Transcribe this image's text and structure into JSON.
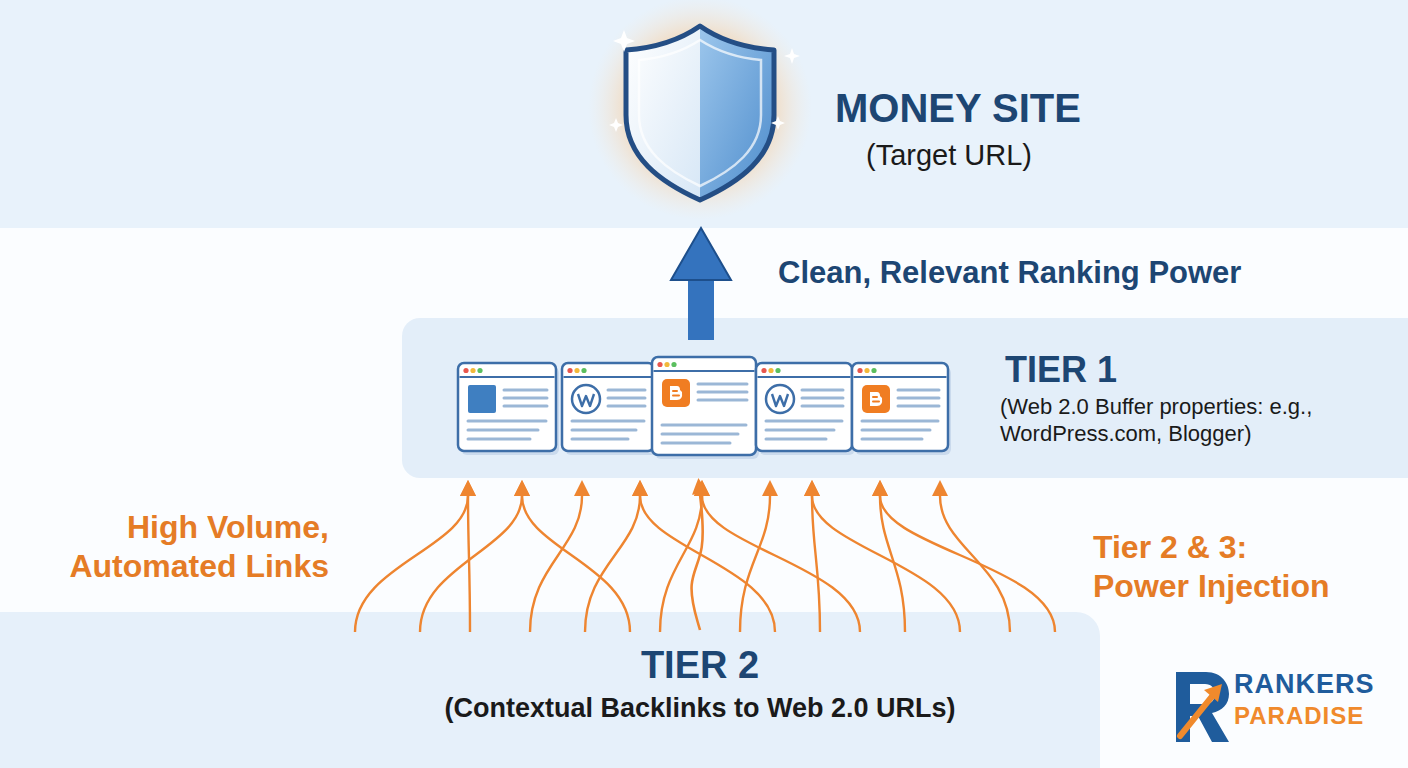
{
  "diagram": {
    "nodes": [
      {
        "text": [
          "MONEY SITE",
          "(Target URL)"
        ]
      },
      {
        "text": [
          "TIER 1",
          "(Web 2.0 Buffer properties: e.g., WordPress.com, Blogger)"
        ]
      },
      {
        "text": [
          "TIER 2",
          "(Contextual Backlinks to Web 2.0 URLs)"
        ]
      }
    ],
    "edges": [
      {
        "from": 1,
        "to": 0,
        "arrow": "to",
        "label": "Clean, Relevant Ranking Power"
      },
      {
        "from": 2,
        "to": 1,
        "arrow": "to",
        "label": "High Volume, Automated Links"
      }
    ],
    "labels": [
      "Tier 2 & 3: Power Injection",
      "RANKERS",
      "PARADISE"
    ]
  }
}
